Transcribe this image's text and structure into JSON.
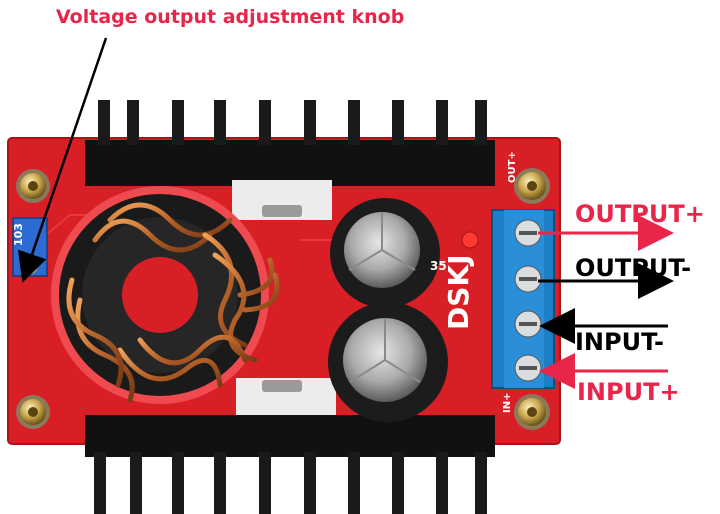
{
  "annotations": {
    "knob_label": "Voltage output adjustment knob",
    "terminals": [
      {
        "key": "output_plus",
        "label": "OUTPUT+",
        "color": "#e8264a"
      },
      {
        "key": "output_minus",
        "label": "OUTPUT-",
        "color": "#000000"
      },
      {
        "key": "input_minus",
        "label": "INPUT-",
        "color": "#000000"
      },
      {
        "key": "input_plus",
        "label": "INPUT+",
        "color": "#e8264a"
      }
    ]
  },
  "board": {
    "silkscreen_brand": "DSKJ",
    "out_plus_mark": "OUT+",
    "in_plus_mark": "IN+",
    "pot_marking": "103",
    "cap_marking": "35"
  },
  "colors": {
    "pcb": "#d91f26",
    "heatsink": "#111111",
    "terminal_block": "#1f7fc6",
    "annotation_red": "#e8264a"
  }
}
